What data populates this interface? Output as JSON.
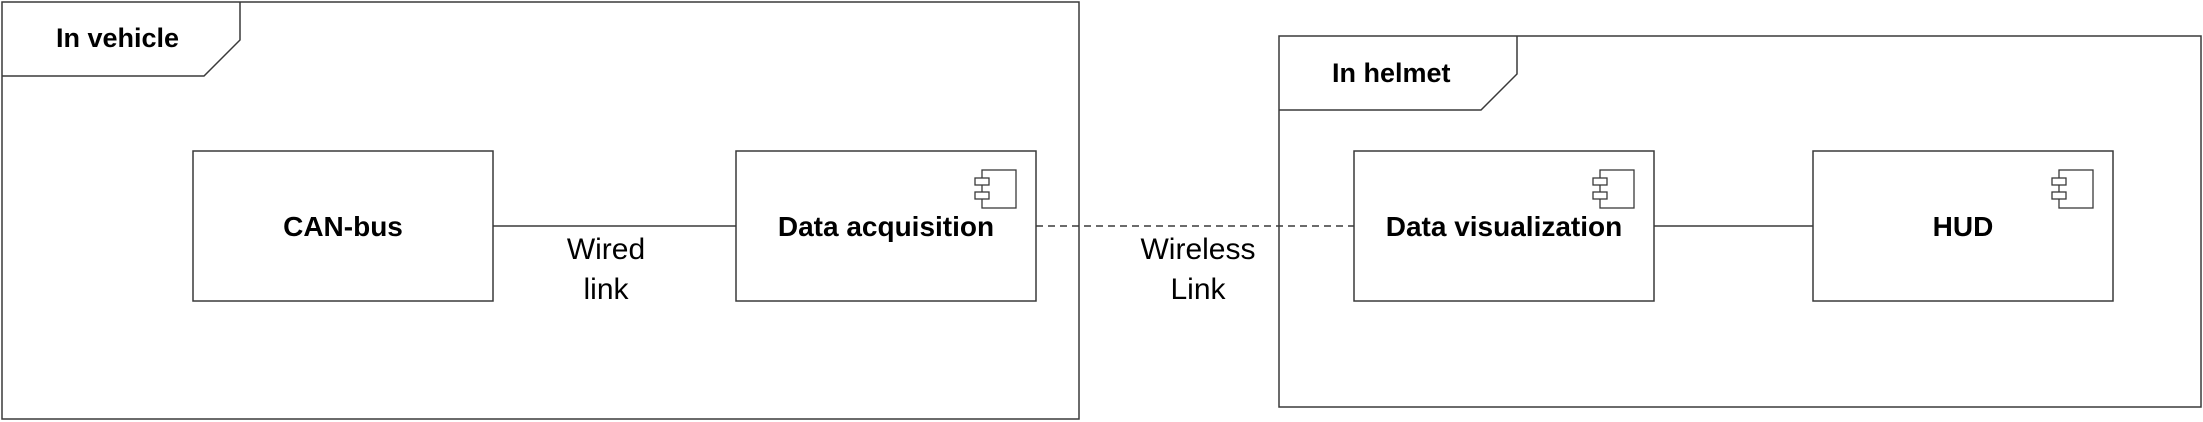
{
  "frames": {
    "vehicle": {
      "title": "In vehicle"
    },
    "helmet": {
      "title": "In helmet"
    }
  },
  "components": {
    "can_bus": {
      "label": "CAN-bus"
    },
    "data_acquisition": {
      "label": "Data acquisition",
      "icon": "component-icon"
    },
    "data_visualization": {
      "label": "Data visualization",
      "icon": "component-icon"
    },
    "hud": {
      "label": "HUD",
      "icon": "component-icon"
    }
  },
  "links": {
    "wired": {
      "line1": "Wired",
      "line2": "link",
      "style": "solid"
    },
    "wireless": {
      "line1": "Wireless",
      "line2": "Link",
      "style": "dashed"
    }
  },
  "colors": {
    "stroke": "#3a3a3a",
    "text": "#000000",
    "background": "#ffffff"
  }
}
